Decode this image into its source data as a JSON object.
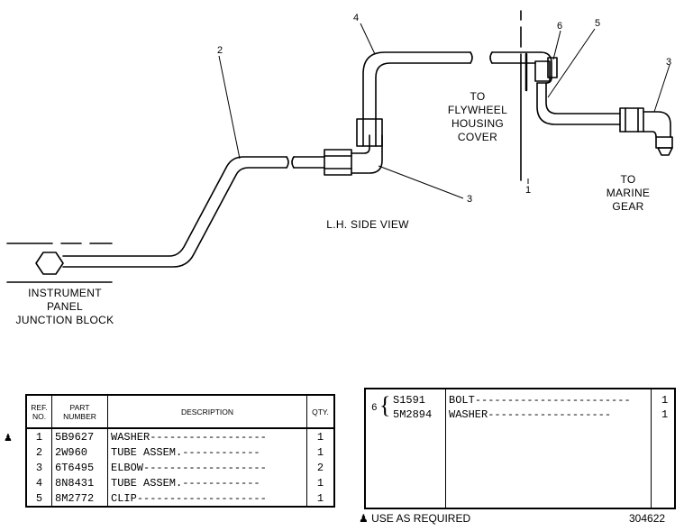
{
  "callouts": {
    "tube_assem_2": "2",
    "tube_assem_4": "4",
    "elbow_3_lh": "3",
    "clip_5": "5",
    "bolt_6": "6",
    "elbow_3_right": "3",
    "washer_1": "1"
  },
  "labels": {
    "to_flywheel": [
      "TO",
      "FLYWHEEL",
      "HOUSING",
      "COVER"
    ],
    "to_marine": [
      "TO",
      "MARINE",
      "GEAR"
    ],
    "view": "L.H. SIDE VIEW",
    "instrument": [
      "INSTRUMENT",
      "PANEL",
      "JUNCTION BLOCK"
    ]
  },
  "parts_table": {
    "headers": {
      "ref": [
        "REF.",
        "NO."
      ],
      "part": [
        "PART",
        "NUMBER"
      ],
      "description": "DESCRIPTION",
      "qty": "QTY."
    },
    "rows": [
      {
        "marker": "♟",
        "ref": "1",
        "part": "5B9627",
        "desc": "WASHER",
        "qty": "1"
      },
      {
        "marker": "",
        "ref": "2",
        "part": "2W960",
        "desc": "TUBE ASSEM.",
        "qty": "1"
      },
      {
        "marker": "",
        "ref": "3",
        "part": "6T6495",
        "desc": "ELBOW",
        "qty": "2"
      },
      {
        "marker": "",
        "ref": "4",
        "part": "8N8431",
        "desc": "TUBE ASSEM.",
        "qty": "1"
      },
      {
        "marker": "",
        "ref": "5",
        "part": "8M2772",
        "desc": "CLIP",
        "qty": "1"
      }
    ]
  },
  "parts_table_2": {
    "group_ref": "6",
    "rows": [
      {
        "part": "S1591",
        "desc": "BOLT",
        "qty": "1"
      },
      {
        "part": "5M2894",
        "desc": "WASHER",
        "qty": "1"
      }
    ]
  },
  "footer": {
    "marker": "♟",
    "note": "USE AS REQUIRED",
    "illustration_number": "304622"
  }
}
